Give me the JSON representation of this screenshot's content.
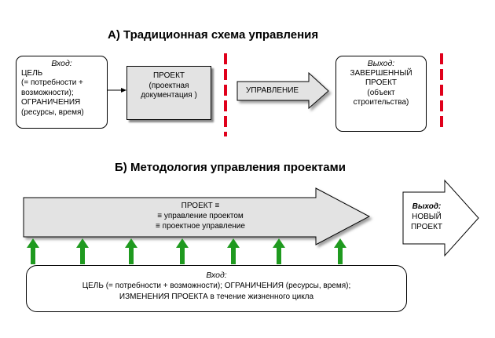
{
  "section_a": {
    "title": "А) Традиционная схема управления",
    "input_box": {
      "label": "Вход:",
      "lines": [
        "ЦЕЛЬ",
        "(= потребности +",
        "возможности);",
        "ОГРАНИЧЕНИЯ",
        "(ресурсы, время)"
      ]
    },
    "project_box": {
      "lines": [
        "ПРОЕКТ",
        "(проектная",
        "документация )"
      ]
    },
    "management_arrow": {
      "label": "УПРАВЛЕНИЕ"
    },
    "output_box": {
      "label": "Выход:",
      "lines": [
        "ЗАВЕРШЕННЫЙ",
        "ПРОЕКТ",
        "(объект",
        "строительства)"
      ]
    }
  },
  "section_b": {
    "title": "Б) Методология управления проектами",
    "big_arrow": {
      "lines": [
        "ПРОЕКТ ≡",
        "≡ управление проектом",
        "≡ проектное управление"
      ]
    },
    "output_arrow": {
      "label": "Выход:",
      "lines": [
        "НОВЫЙ",
        "ПРОЕКТ"
      ]
    },
    "input_box": {
      "label": "Вход:",
      "line1": "ЦЕЛЬ (= потребности + возможности); ОГРАНИЧЕНИЯ (ресурсы, время);",
      "line2_bold": "ИЗМЕНЕНИЯ ПРОЕКТА",
      "line2_rest": " в течение жизненного цикла"
    },
    "upward_arrow_count": 7
  },
  "colors": {
    "dashed_line": "#e0001b",
    "up_arrow": "#1f9a1f",
    "arrow_fill": "#e3e3e3"
  }
}
